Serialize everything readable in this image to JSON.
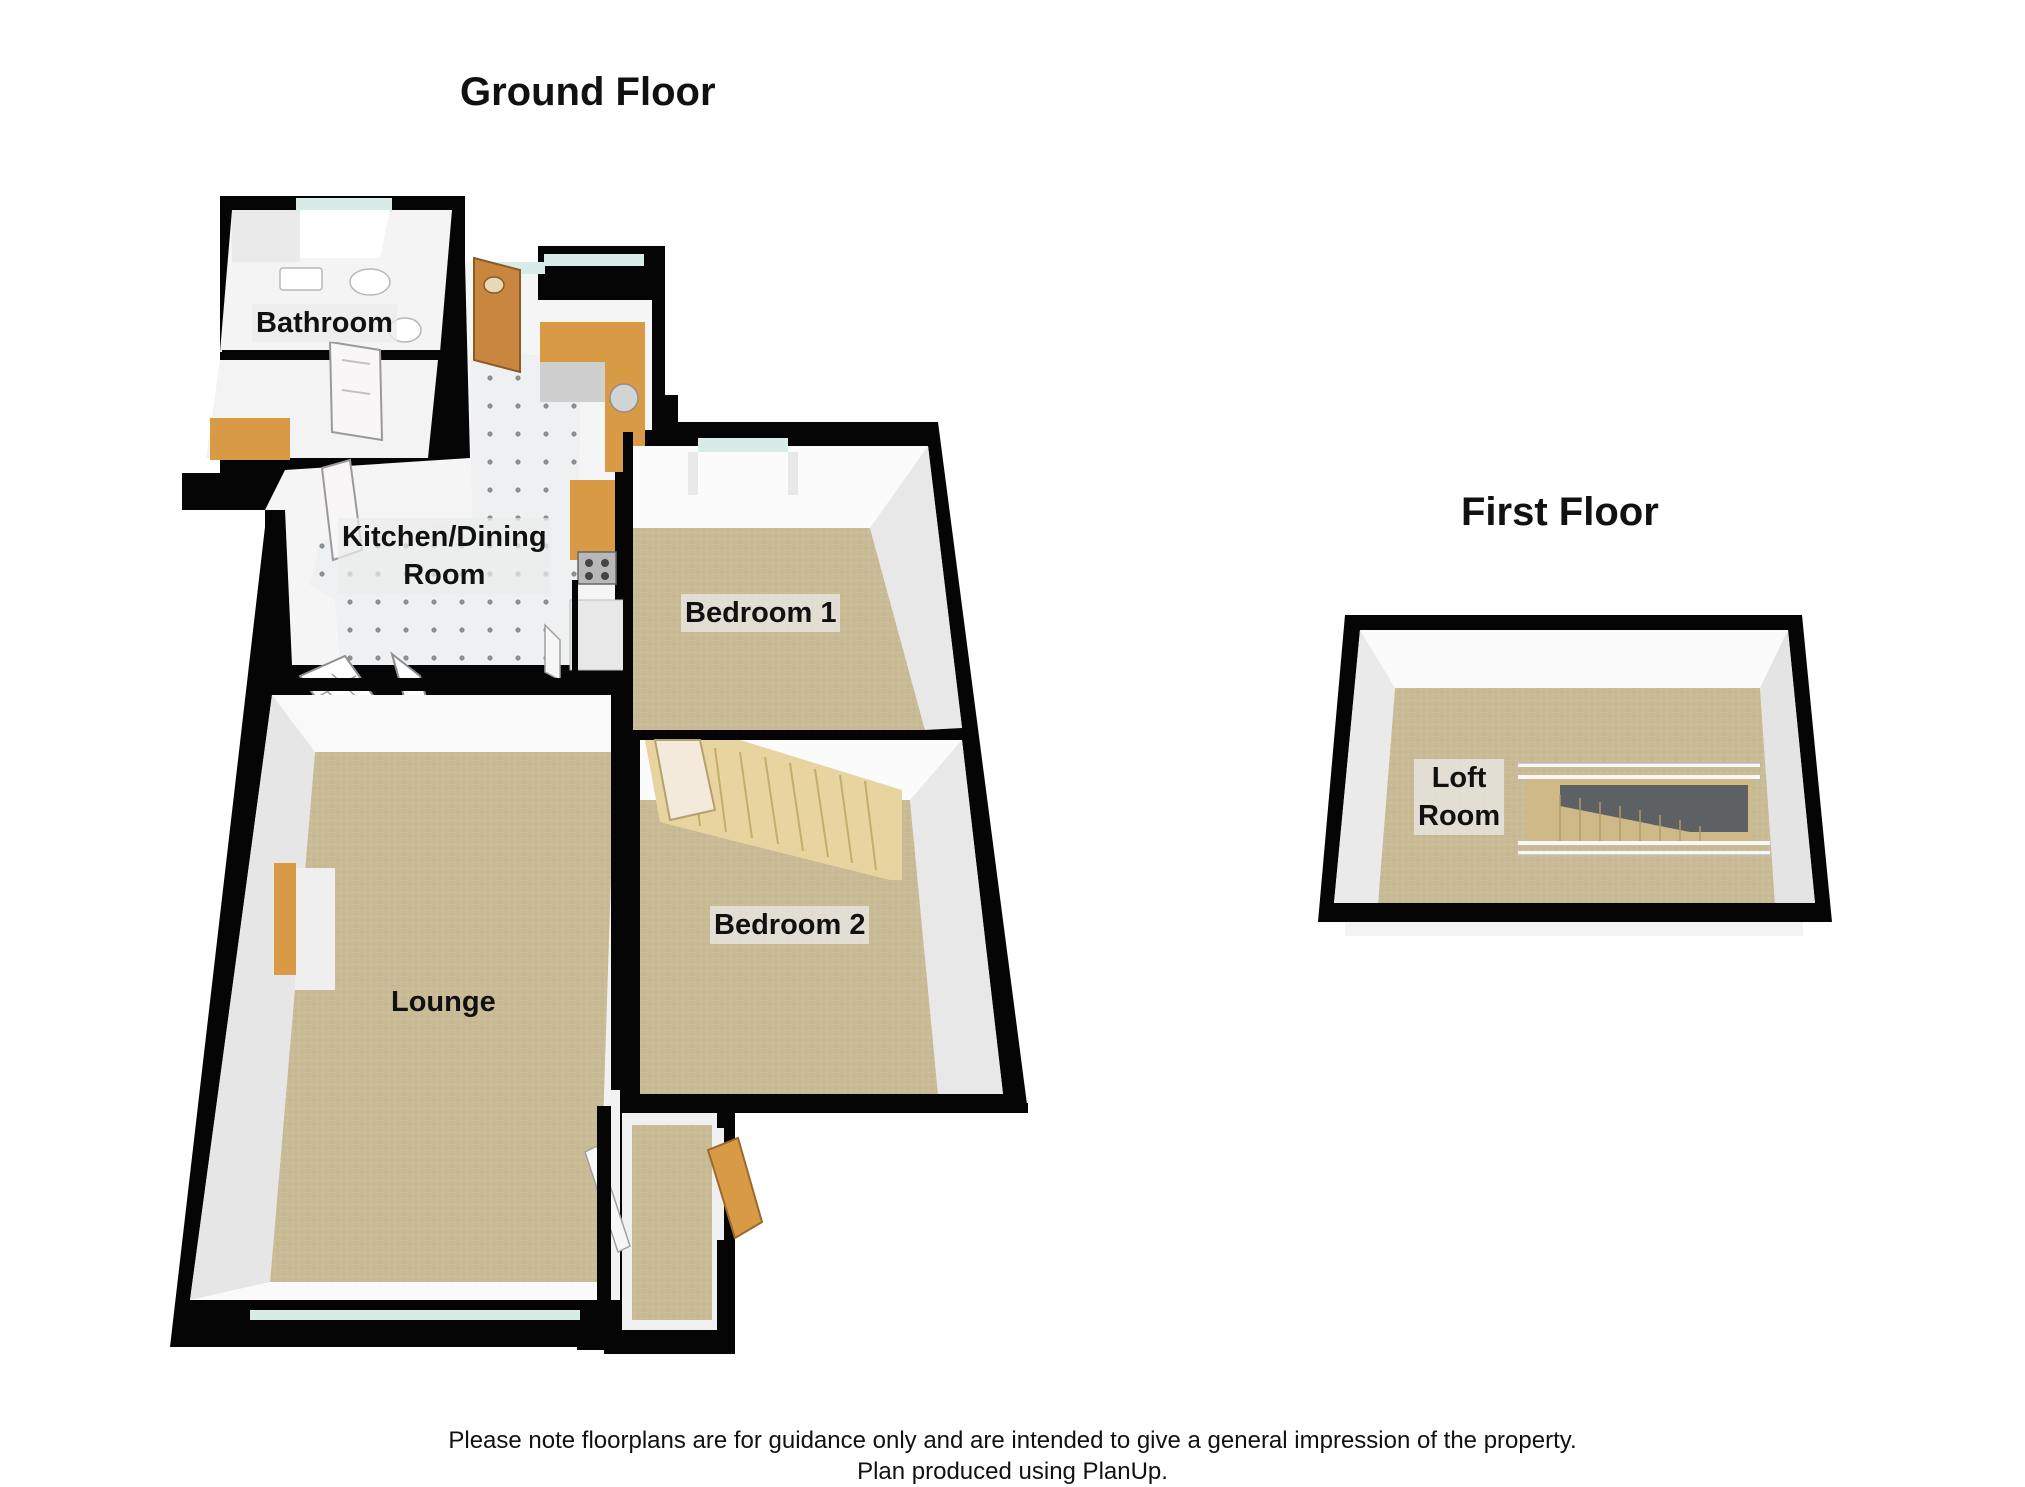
{
  "floors": {
    "ground": {
      "title": "Ground Floor",
      "rooms": {
        "bathroom": "Bathroom",
        "kitchen_line1": "Kitchen/Dining",
        "kitchen_line2": "Room",
        "bedroom1": "Bedroom 1",
        "bedroom2": "Bedroom 2",
        "lounge": "Lounge"
      }
    },
    "first": {
      "title": "First Floor",
      "rooms": {
        "loft_line1": "Loft",
        "loft_line2": "Room"
      }
    }
  },
  "footer": {
    "line1": "Please note floorplans are for guidance only and are intended to give a general impression of the property.",
    "line2": "Plan produced using PlanUp."
  },
  "colors": {
    "wall": "#050505",
    "carpet": "#c9bb95",
    "tile_floor": "#eceff0",
    "inner_wall": "#f7f7f7",
    "wood": "#d99a45",
    "stair_tread": "#e8d49e",
    "window": "#cfe7e2"
  }
}
